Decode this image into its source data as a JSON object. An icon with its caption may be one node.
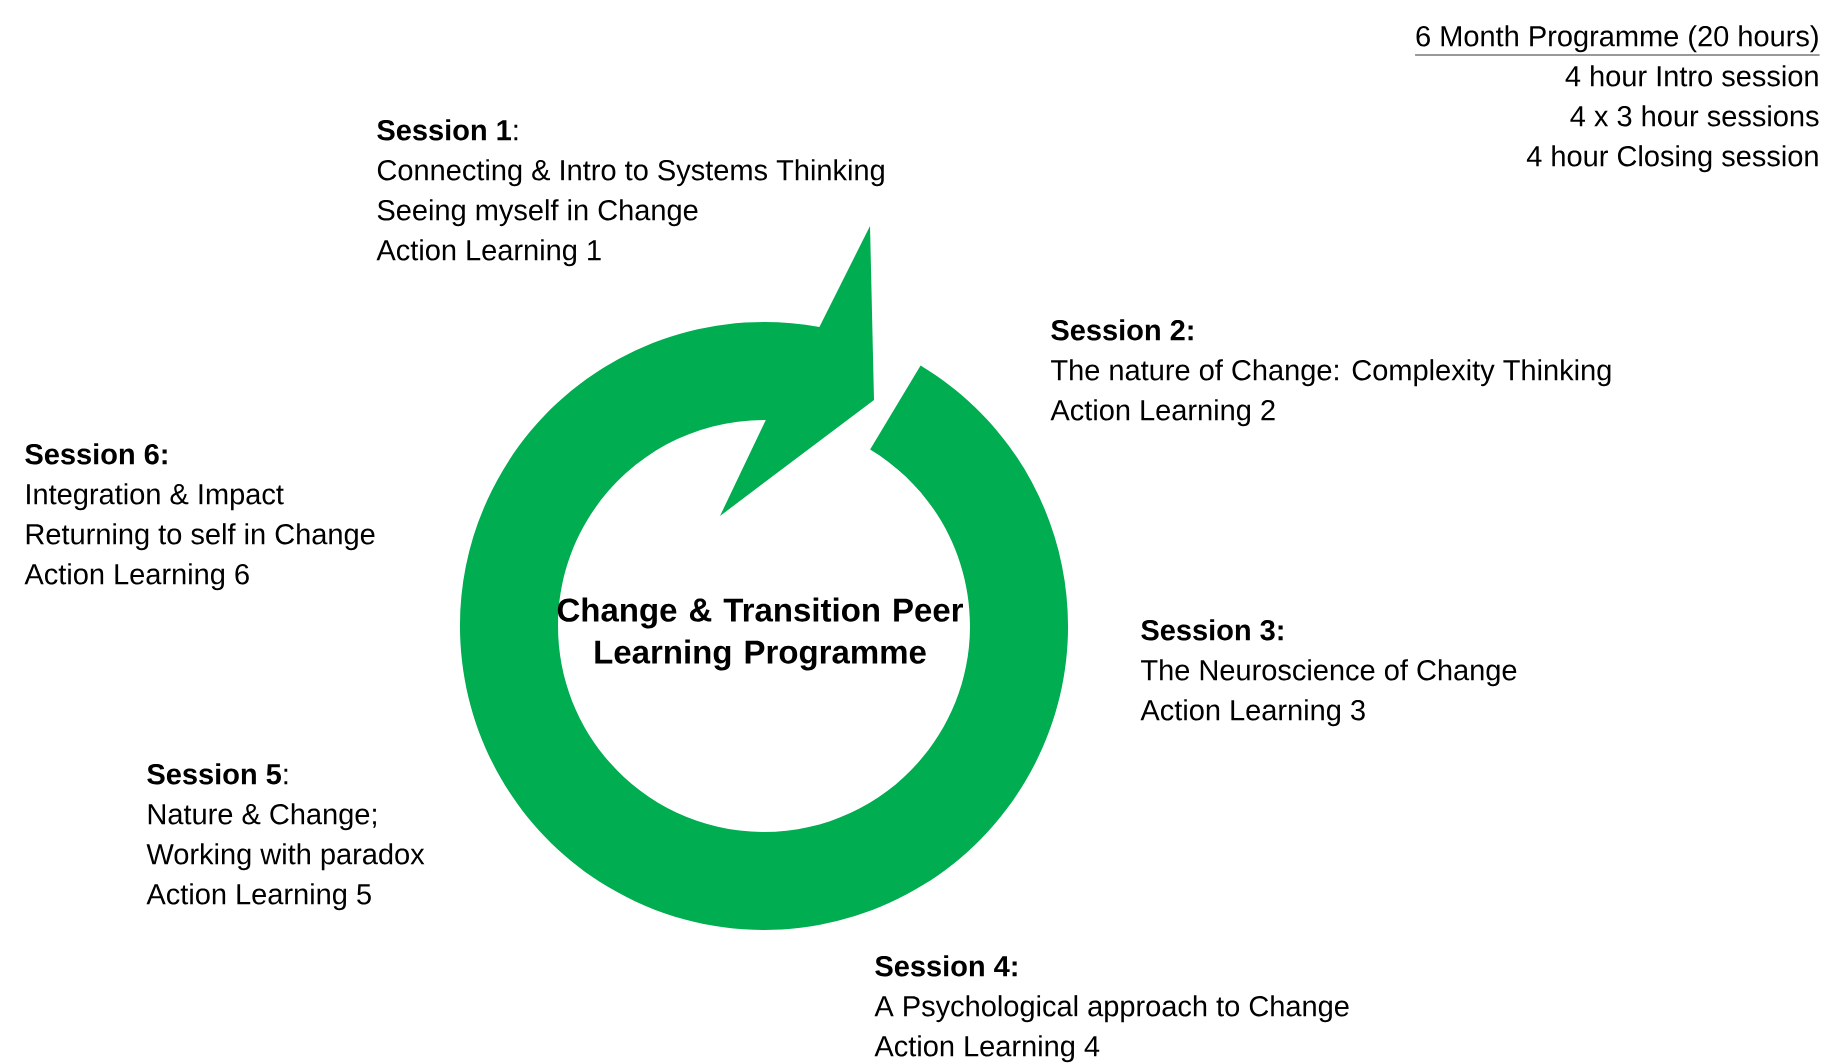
{
  "diagram": {
    "nodes": [
      {
        "text": [
          "Change & Transition Peer Learning Programme"
        ]
      }
    ],
    "labels": [
      "6 Month Programme (20 hours)",
      "4 hour Intro session",
      "4 x 3 hour sessions",
      "4 hour Closing session",
      "**Session 1**:",
      "Connecting & Intro to Systems Thinking",
      "Seeing myself in Change",
      "Action Learning 1",
      "Session 2:",
      "The nature of Change: Complexity Thinking",
      "Action Learning 2",
      "Session 6:",
      "Integration & Impact",
      "Returning to self in Change",
      "Action Learning 6",
      "Session 3:",
      "The Neuroscience of Change",
      "Action Learning 3",
      "**Session 5**:",
      "Nature & Change;",
      "Working with paradox",
      "Action Learning 5",
      "Session 4:",
      "A Psychological approach to Change",
      "Action Learning 4"
    ]
  }
}
